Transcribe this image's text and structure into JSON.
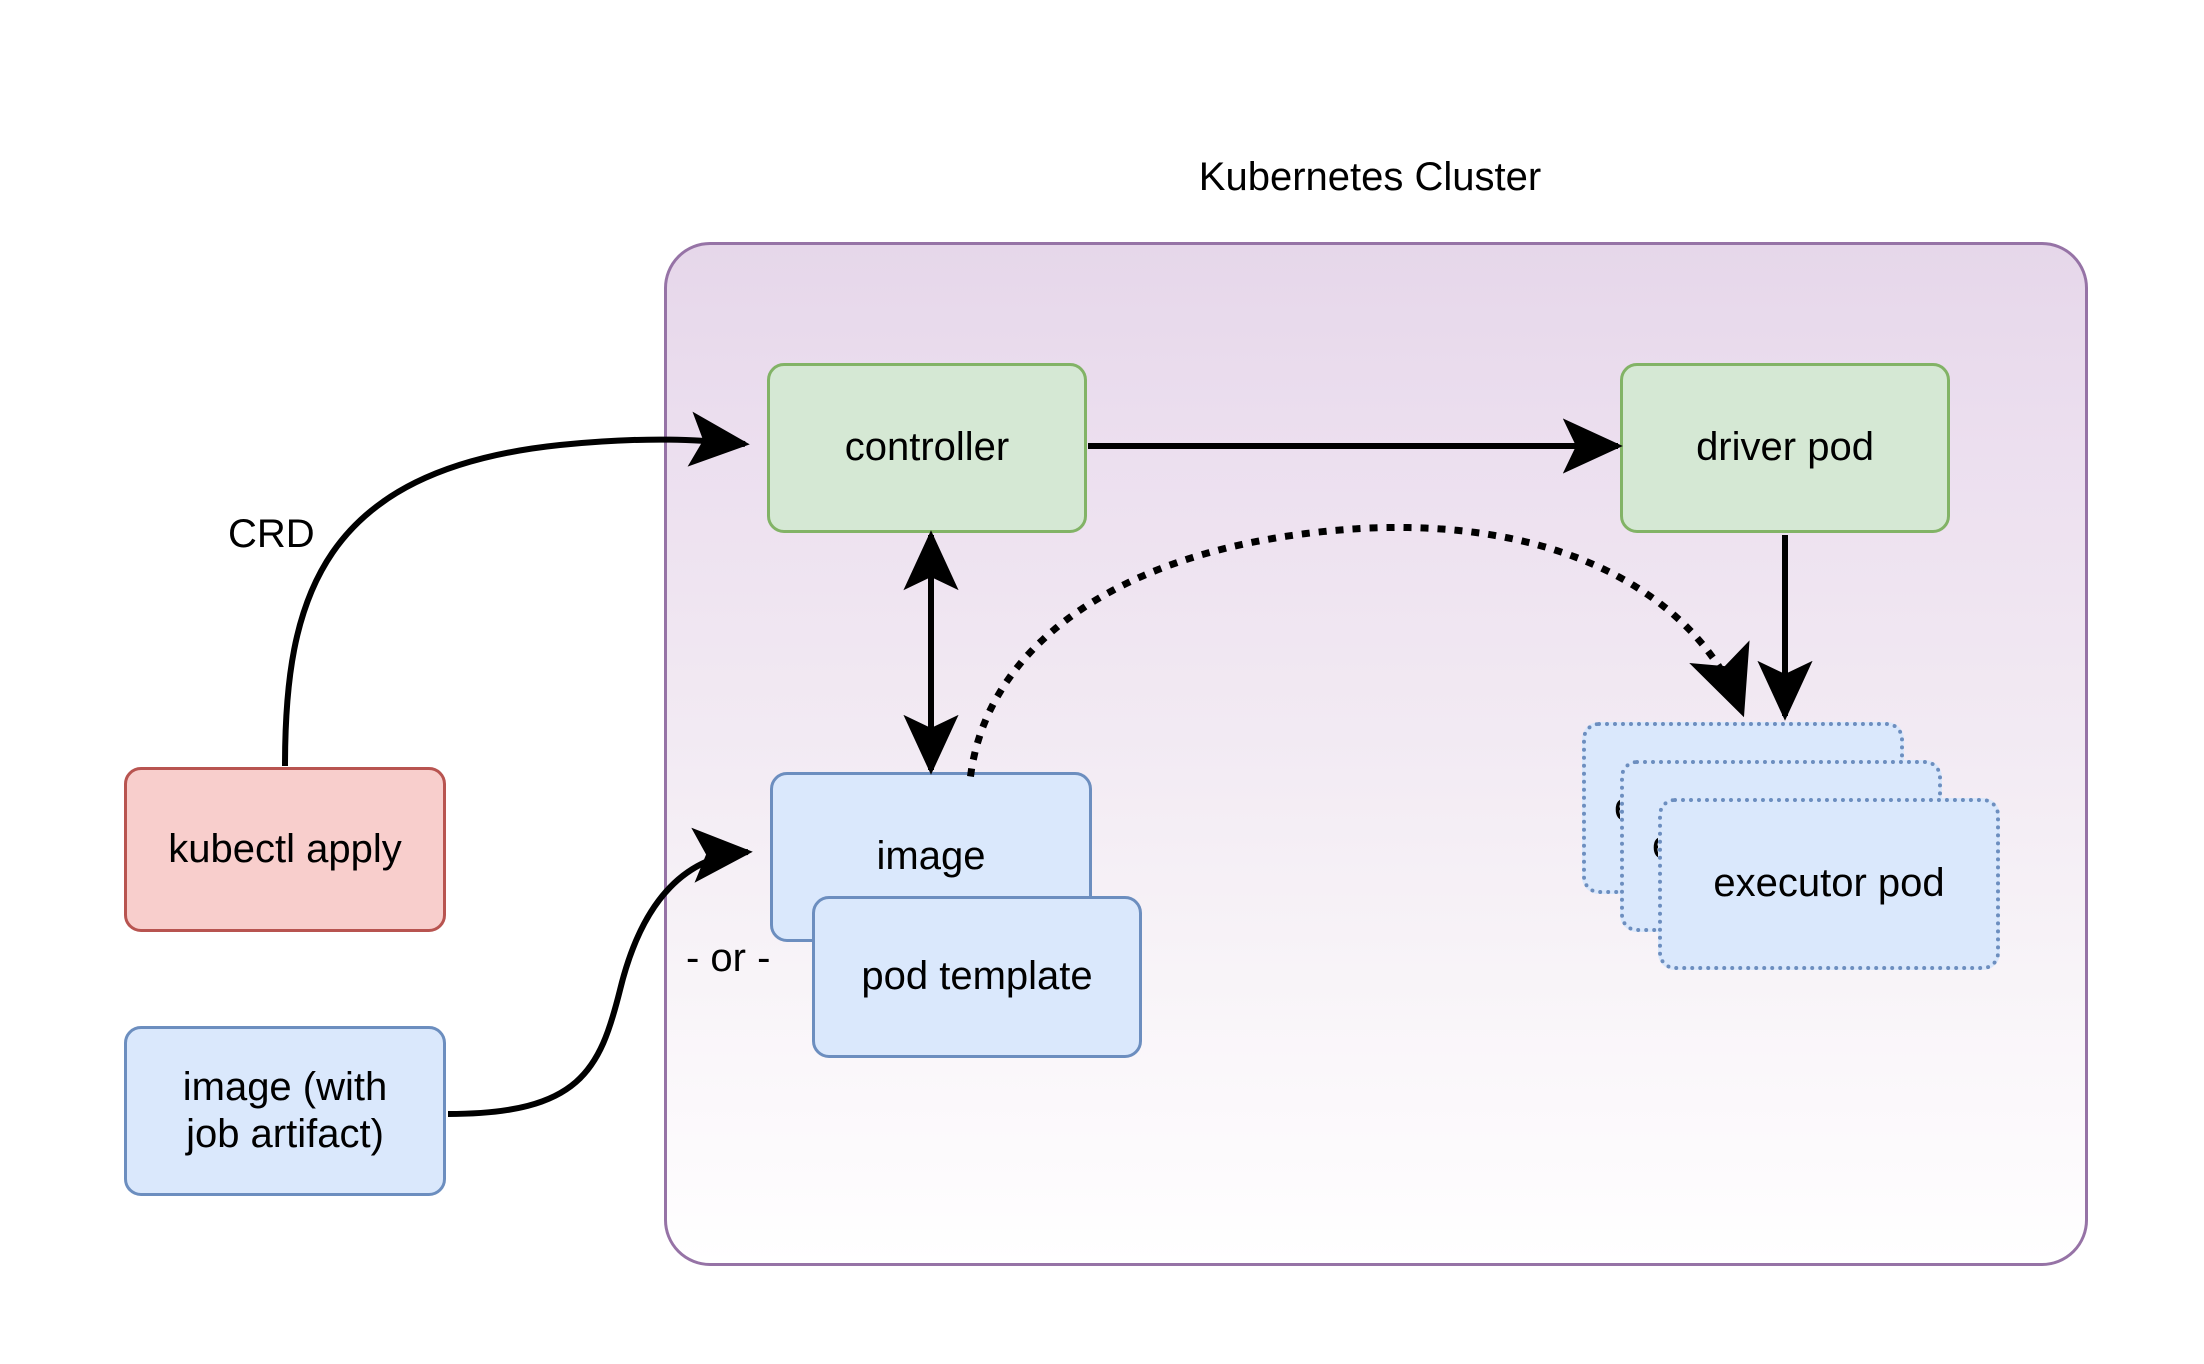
{
  "diagram": {
    "title": "Kubernetes Cluster",
    "type": "architecture-flow-diagram"
  },
  "cluster": {
    "label": "Kubernetes Cluster",
    "border_color": "#9673a6",
    "fill_top": "#e6d7ea",
    "fill_bottom": "#ffffff"
  },
  "nodes": {
    "controller": {
      "label": "controller",
      "fill": "#d5e8d4",
      "stroke": "#82b366"
    },
    "driver_pod": {
      "label": "driver pod",
      "fill": "#d5e8d4",
      "stroke": "#82b366"
    },
    "image_in_cluster": {
      "label": "image",
      "fill": "#dae8fc",
      "stroke": "#6c8ebf"
    },
    "pod_template": {
      "label": "pod template",
      "fill": "#dae8fc",
      "stroke": "#6c8ebf"
    },
    "kubectl_apply": {
      "label": "kubectl apply",
      "fill": "#f8cecc",
      "stroke": "#b85450"
    },
    "image_with_job_artifact": {
      "label": "image (with\njob artifact)",
      "line1": "image (with",
      "line2": "job artifact)",
      "fill": "#dae8fc",
      "stroke": "#6c8ebf"
    },
    "executor_pods": [
      {
        "label": "executor pod",
        "fill": "#dae8fc",
        "stroke": "#6c8ebf"
      },
      {
        "label": "executor pod",
        "fill": "#dae8fc",
        "stroke": "#6c8ebf"
      },
      {
        "label": "executor pod",
        "fill": "#dae8fc",
        "stroke": "#6c8ebf"
      }
    ]
  },
  "labels": {
    "crd": "CRD",
    "or": "- or -"
  },
  "edges": [
    {
      "from": "kubectl apply",
      "to": "controller",
      "label": "CRD",
      "style": "solid-curve",
      "arrow": "end"
    },
    {
      "from": "image (with job artifact)",
      "to": "image",
      "label": "",
      "style": "solid-curve",
      "arrow": "end"
    },
    {
      "from": "controller",
      "to": "driver pod",
      "label": "",
      "style": "solid-straight",
      "arrow": "end"
    },
    {
      "from": "controller",
      "to": "image",
      "label": "",
      "style": "solid-straight",
      "arrow": "both"
    },
    {
      "from": "image",
      "to": "executor pod",
      "label": "",
      "style": "dotted-curve",
      "arrow": "end"
    },
    {
      "from": "driver pod",
      "to": "executor pod",
      "label": "",
      "style": "solid-straight",
      "arrow": "end"
    }
  ]
}
